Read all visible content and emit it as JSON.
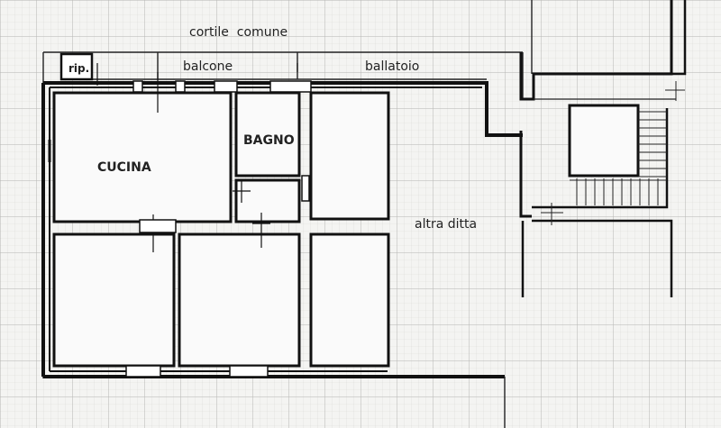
{
  "plan": {
    "labels": {
      "cortile": "cortile  comune",
      "balcone": "balcone",
      "ballatoio": "ballatoio",
      "rip": "rip.",
      "bagno": "BAGNO",
      "cucina": "CUCINA",
      "altra_ditta": "altra ditta"
    },
    "colors": {
      "paper": "#f4f4f2",
      "grid_minor": "#d9d9d6",
      "grid_major": "#b5b5b2",
      "ink": "#111111"
    }
  }
}
